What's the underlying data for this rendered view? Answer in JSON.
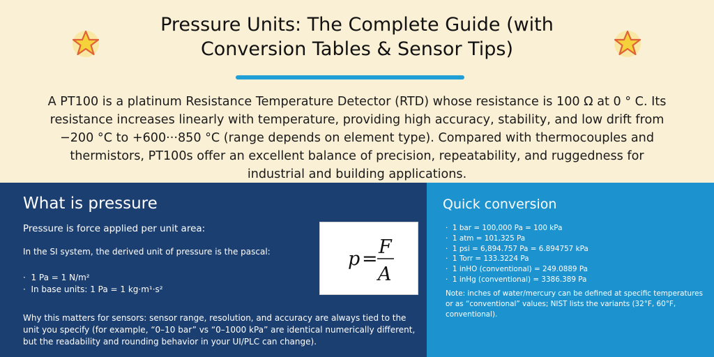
{
  "header": {
    "title": "Pressure Units: The Complete Guide (with Conversion Tables & Sensor Tips)",
    "intro": "A PT100 is a platinum Resistance Temperature Detector (RTD) whose resistance is 100 Ω at 0 ° C. Its resistance increases linearly with temperature, providing high accuracy, stability, and low drift from −200 °C to +600···850 °C (range depends on element type). Compared with thermocouples and thermistors, PT100s offer an excellent balance of precision, repeatability, and ruggedness for industrial and building applications."
  },
  "what_is_pressure": {
    "heading": "What is pressure",
    "subheading": "Pressure is force applied per unit area:",
    "si_text": "In the SI system, the derived unit of pressure is the pascal:",
    "bullets": [
      "1 Pa = 1 N/m²",
      "In base units: 1 Pa = 1 kg·m¹·s²"
    ],
    "why_text": "Why this matters for sensors: sensor range, resolution, and accuracy are always tied to the unit you specify (for example, “0–10 bar” vs “0–1000 kPa” are identical numerically different, but the readability and rounding behavior in your UI/PLC can change).",
    "formula": {
      "lhs": "p",
      "eq": "=",
      "numerator": "F",
      "denominator": "A"
    }
  },
  "quick_conversion": {
    "heading": "Quick conversion",
    "items": [
      "1 bar = 100,000 Pa = 100 kPa",
      "1 atm = 101,325 Pa",
      "1 psi = 6,894.757 Pa = 6.894757 kPa",
      "1 Torr = 133.3224 Pa",
      "1 inHO (conventional) = 249.0889 Pa",
      "1 inHg (conventional) = 3386.389 Pa"
    ],
    "note": "Note: inches of water/mercury can be defined at specific temperatures or as “conventional” values; NIST lists the variants (32°F, 60°F, conventional)."
  },
  "colors": {
    "cream": "#faf0d6",
    "navy": "#1c3f72",
    "blue": "#1c92cf",
    "accent": "#1f9fd6",
    "star_fill": "#f5d13a",
    "star_stroke": "#e0623a"
  },
  "icons": [
    "star-icon"
  ]
}
